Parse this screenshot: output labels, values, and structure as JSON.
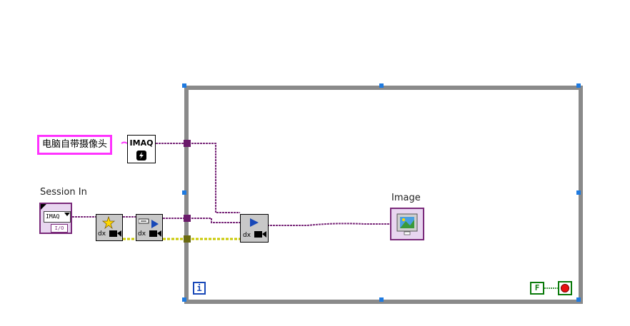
{
  "diagram": {
    "string_constant": {
      "value": "电脑自带摄像头"
    },
    "imaq_node": {
      "text": "IMAQ"
    },
    "session_in": {
      "label": "Session In",
      "icon_text": "IMAQ",
      "io_text": "I/O"
    },
    "image_indicator": {
      "label": "Image"
    },
    "iteration_terminal": {
      "text": "i"
    },
    "bool_constant": {
      "text": "F"
    },
    "dx_nodes": [
      {
        "name": "dx-open-node",
        "text": "dx"
      },
      {
        "name": "dx-configure-node",
        "text": "dx"
      },
      {
        "name": "dx-grab-node",
        "text": "dx"
      }
    ],
    "colors": {
      "loop_frame": "#8a8a8a",
      "handle": "#1e7ae0",
      "string_wire": "#ff33ff",
      "refnum_wire": "#6a1a6a",
      "error_wire": "#c8c800",
      "tunnel_refnum": "#6a1a6a",
      "tunnel_error": "#6a6a10"
    },
    "icons": [
      "imaq-create-icon",
      "image-display-icon",
      "stop-icon"
    ]
  }
}
